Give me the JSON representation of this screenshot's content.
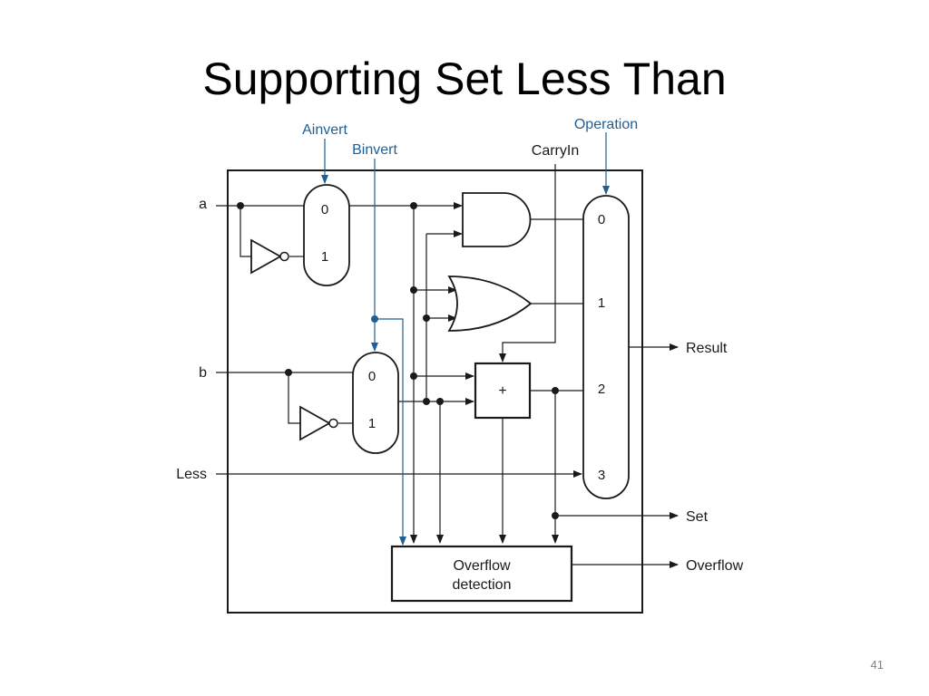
{
  "slide": {
    "title": "Supporting Set Less Than",
    "number": "41"
  },
  "colors": {
    "wire": "#1a1a1a",
    "control": "#1f5f96"
  },
  "signals": {
    "ainvert": "Ainvert",
    "binvert": "Binvert",
    "carryin": "CarryIn",
    "operation": "Operation",
    "a": "a",
    "b": "b",
    "less": "Less",
    "result": "Result",
    "set": "Set",
    "overflow": "Overflow"
  },
  "components": {
    "a_mux": {
      "in0": "0",
      "in1": "1"
    },
    "b_mux": {
      "in0": "0",
      "in1": "1"
    },
    "result_mux": {
      "in0": "0",
      "in1": "1",
      "in2": "2",
      "in3": "3"
    },
    "adder": {
      "symbol": "+"
    },
    "overflow_detection": {
      "line1": "Overflow",
      "line2": "detection"
    }
  },
  "icons": [
    "and-gate-icon",
    "or-gate-icon",
    "not-gate-icon",
    "adder-icon",
    "multiplexer-icon",
    "arrow-icon"
  ]
}
